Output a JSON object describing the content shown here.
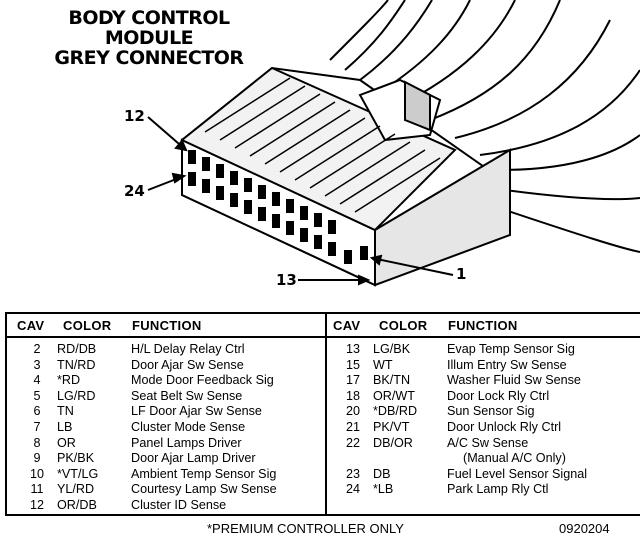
{
  "title": [
    "BODY CONTROL",
    "MODULE",
    "GREY CONNECTOR"
  ],
  "callouts": {
    "pin12": "12",
    "pin24": "24",
    "pin13": "13",
    "pin1": "1"
  },
  "table": {
    "headers": {
      "cav": "CAV",
      "color": "COLOR",
      "function": "FUNCTION"
    },
    "left": [
      {
        "cav": "2",
        "color": "RD/DB",
        "function": "H/L Delay Relay Ctrl"
      },
      {
        "cav": "3",
        "color": "TN/RD",
        "function": "Door Ajar Sw Sense"
      },
      {
        "cav": "4",
        "color": "*RD",
        "function": "Mode Door Feedback Sig"
      },
      {
        "cav": "5",
        "color": "LG/RD",
        "function": "Seat Belt Sw Sense"
      },
      {
        "cav": "6",
        "color": "TN",
        "function": "LF Door Ajar Sw Sense"
      },
      {
        "cav": "7",
        "color": "LB",
        "function": "Cluster Mode Sense"
      },
      {
        "cav": "8",
        "color": "OR",
        "function": "Panel Lamps Driver"
      },
      {
        "cav": "9",
        "color": "PK/BK",
        "function": "Door Ajar Lamp Driver"
      },
      {
        "cav": "10",
        "color": "*VT/LG",
        "function": "Ambient Temp Sensor Sig"
      },
      {
        "cav": "11",
        "color": "YL/RD",
        "function": "Courtesy Lamp Sw Sense"
      },
      {
        "cav": "12",
        "color": "OR/DB",
        "function": "Cluster ID Sense"
      }
    ],
    "right": [
      {
        "cav": "13",
        "color": "LG/BK",
        "function": "Evap Temp Sensor Sig"
      },
      {
        "cav": "15",
        "color": "WT",
        "function": "Illum Entry Sw Sense"
      },
      {
        "cav": "17",
        "color": "BK/TN",
        "function": "Washer Fluid Sw Sense"
      },
      {
        "cav": "18",
        "color": "OR/WT",
        "function": "Door Lock Rly Ctrl"
      },
      {
        "cav": "20",
        "color": "*DB/RD",
        "function": "Sun Sensor Sig"
      },
      {
        "cav": "21",
        "color": "PK/VT",
        "function": "Door Unlock Rly Ctrl"
      },
      {
        "cav": "22",
        "color": "DB/OR",
        "function": "A/C Sw Sense"
      },
      {
        "cav": "",
        "color": "",
        "function": "(Manual A/C Only)"
      },
      {
        "cav": "23",
        "color": "DB",
        "function": "Fuel Level Sensor Signal"
      },
      {
        "cav": "24",
        "color": "*LB",
        "function": "Park Lamp Rly Ctl"
      }
    ]
  },
  "footer": {
    "note": "*PREMIUM CONTROLLER ONLY",
    "code": "0920204"
  }
}
